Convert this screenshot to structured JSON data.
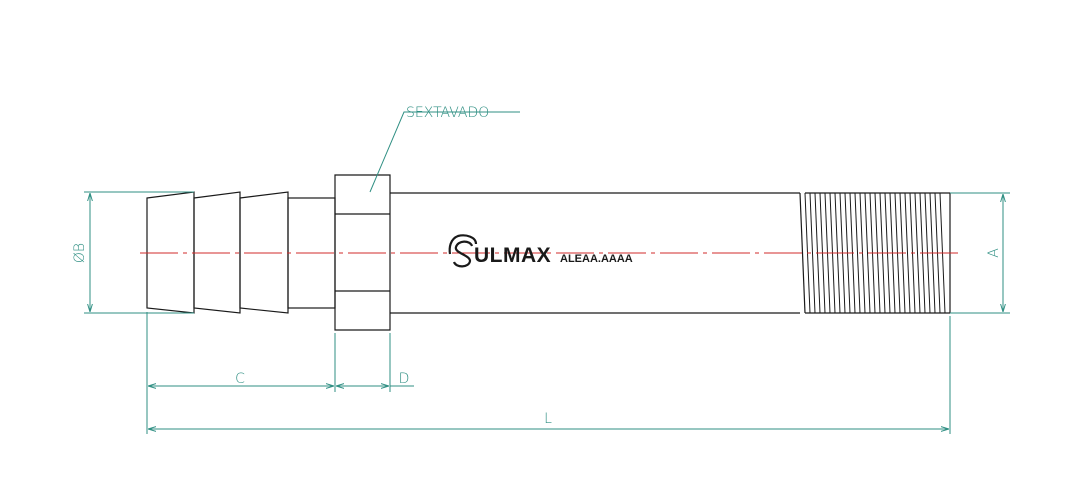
{
  "labels": {
    "callout": "SEXTAVADO",
    "diameter_b": "ØB",
    "dim_a": "A",
    "dim_c": "C",
    "dim_d": "D",
    "dim_l": "L"
  },
  "branding": {
    "logo_text": "ULMAX",
    "part_code": "ALEAA.AAAA"
  },
  "colors": {
    "outline": "#1a1a1a",
    "dimension": "#2f8f83",
    "centerline": "#d22b2b"
  }
}
